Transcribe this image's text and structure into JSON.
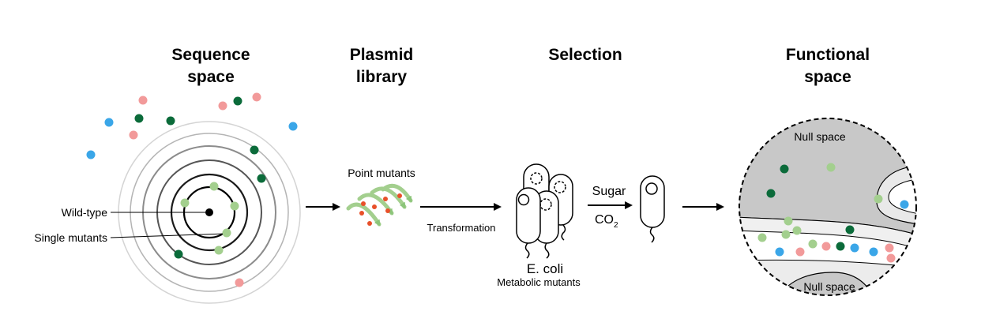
{
  "titles": {
    "sequence_l1": "Sequence",
    "sequence_l2": "space",
    "plasmid_l1": "Plasmid",
    "plasmid_l2": "library",
    "selection": "Selection",
    "functional_l1": "Functional",
    "functional_l2": "space"
  },
  "labels": {
    "wild_type": "Wild-type",
    "single_mutants": "Single mutants",
    "point_mutants": "Point mutants",
    "transformation": "Transformation",
    "ecoli": "E. coli",
    "metabolic_mutants": "Metabolic mutants",
    "sugar": "Sugar",
    "co2_main": "CO",
    "co2_sub": "2",
    "null_space_top": "Null space",
    "null_space_bottom": "Null space"
  },
  "colors": {
    "dark_green": "#0b6b3a",
    "light_green": "#a3cf8e",
    "pink": "#f29a9a",
    "blue": "#3aa6e8",
    "orange_red": "#e8502a",
    "null_gray": "#c8c8c8",
    "band_gray": "#e9e9e9"
  }
}
